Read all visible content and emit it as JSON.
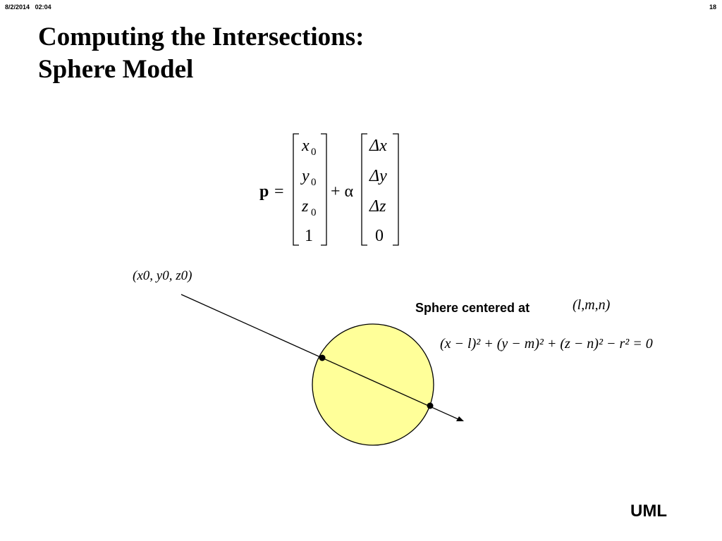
{
  "header": {
    "date": "8/2/2014",
    "time": "02:04",
    "page_number": "18"
  },
  "title": {
    "line1": "Computing the Intersections:",
    "line2": "Sphere Model"
  },
  "equation_p": {
    "lhs": "p",
    "equals": "=",
    "vector1": [
      {
        "var": "x",
        "sub": "0"
      },
      {
        "var": "y",
        "sub": "0"
      },
      {
        "var": "z",
        "sub": "0"
      },
      {
        "var": "",
        "sub": "",
        "value": "1"
      }
    ],
    "plus_alpha": "+ α",
    "vector2": [
      "Δx",
      "Δy",
      "Δz",
      "0"
    ]
  },
  "ray_origin_label": "(x0, y0, z0)",
  "sphere_label": "Sphere centered at",
  "sphere_center": "(l,m,n)",
  "sphere_equation": "(x − l)² + (y − m)² + (z − n)² − r² = 0",
  "footer": {
    "label": "UML"
  },
  "colors": {
    "sphere_fill": "#ffff99",
    "line": "#000000"
  }
}
